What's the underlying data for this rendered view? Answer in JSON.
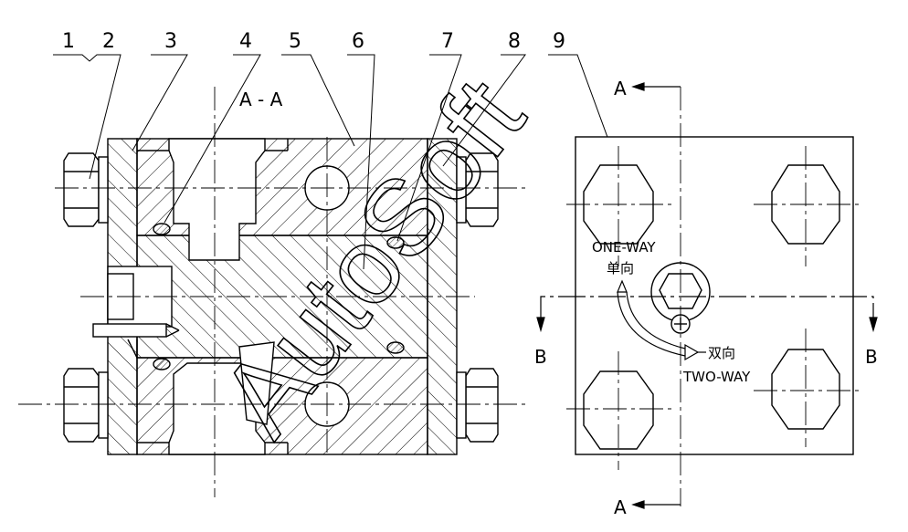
{
  "part_numbers": [
    "1",
    "2",
    "3",
    "4",
    "5",
    "6",
    "7",
    "8",
    "9"
  ],
  "section_a_title": "A - A",
  "section_marks": {
    "a_top": "A",
    "a_bottom": "A",
    "b_left": "B",
    "b_right": "B"
  },
  "annotations": {
    "one_way_en": "ONE-WAY",
    "one_way_zh": "单向",
    "two_way_zh": "双向",
    "two_way_en": "TWO-WAY"
  },
  "watermark": "AutoSoft"
}
